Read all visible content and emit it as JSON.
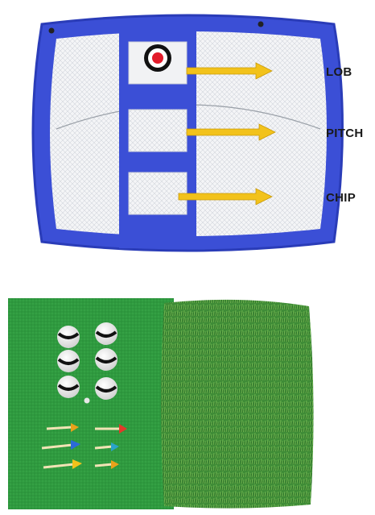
{
  "labels": {
    "lob": "LOB",
    "pitch": "PITCH",
    "chip": "CHIP"
  },
  "colors": {
    "net_blue": "#3b4fd6",
    "net_blue_dark": "#2a3cb8",
    "arrow_yellow": "#f2c21b",
    "target_red": "#e21b2a",
    "turf_green": "#3a8f3a",
    "mat_green": "#2f9a3f"
  },
  "icons": {
    "target": "bullseye-target-icon",
    "arrow": "arrow-right-icon",
    "ball": "golf-ball-icon",
    "tee": "golf-tee-icon"
  }
}
